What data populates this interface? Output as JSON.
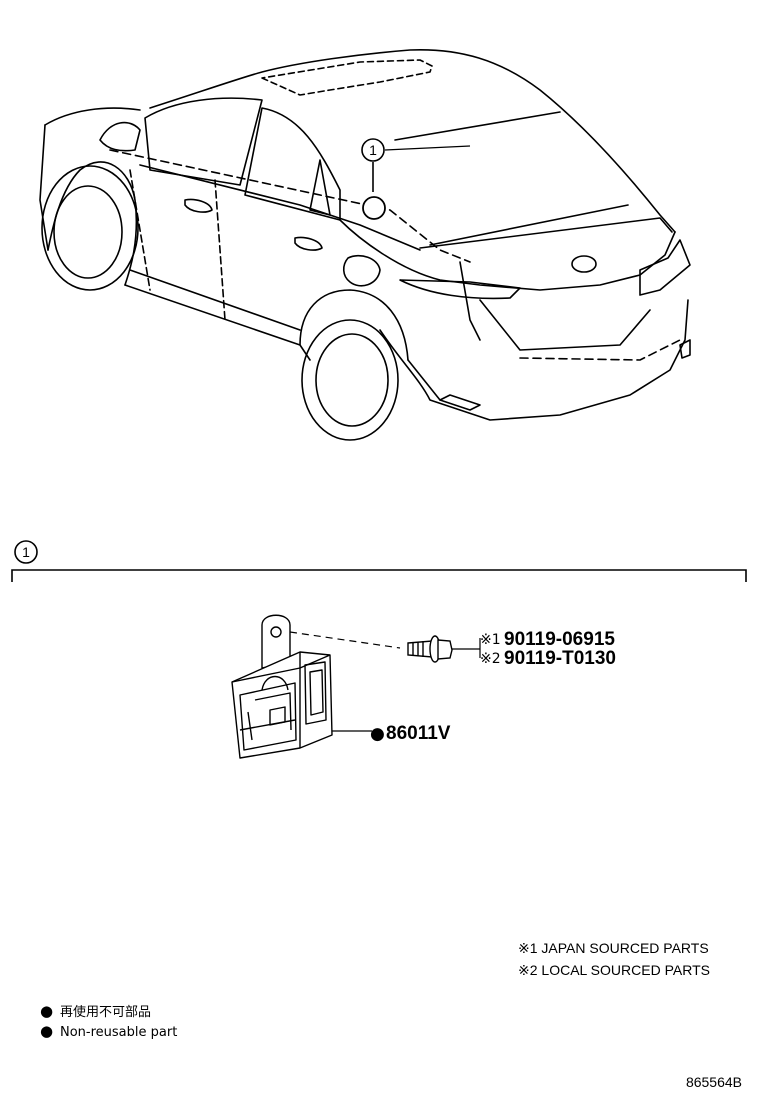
{
  "callout": {
    "number": "1"
  },
  "section": {
    "number": "1"
  },
  "parts": {
    "bolt_1": {
      "marker": "※1",
      "number": "90119-06915"
    },
    "bolt_2": {
      "marker": "※2",
      "number": "90119-T0130"
    },
    "module": {
      "marker": "●",
      "number": "86011V"
    }
  },
  "notes": {
    "note_1": "※1  JAPAN SOURCED PARTS",
    "note_2": "※2  LOCAL SOURCED PARTS"
  },
  "legend": {
    "bullet": "●",
    "japanese": "再使用不可部品",
    "english": "Non-reusable part"
  },
  "diagram_number": "865564B"
}
